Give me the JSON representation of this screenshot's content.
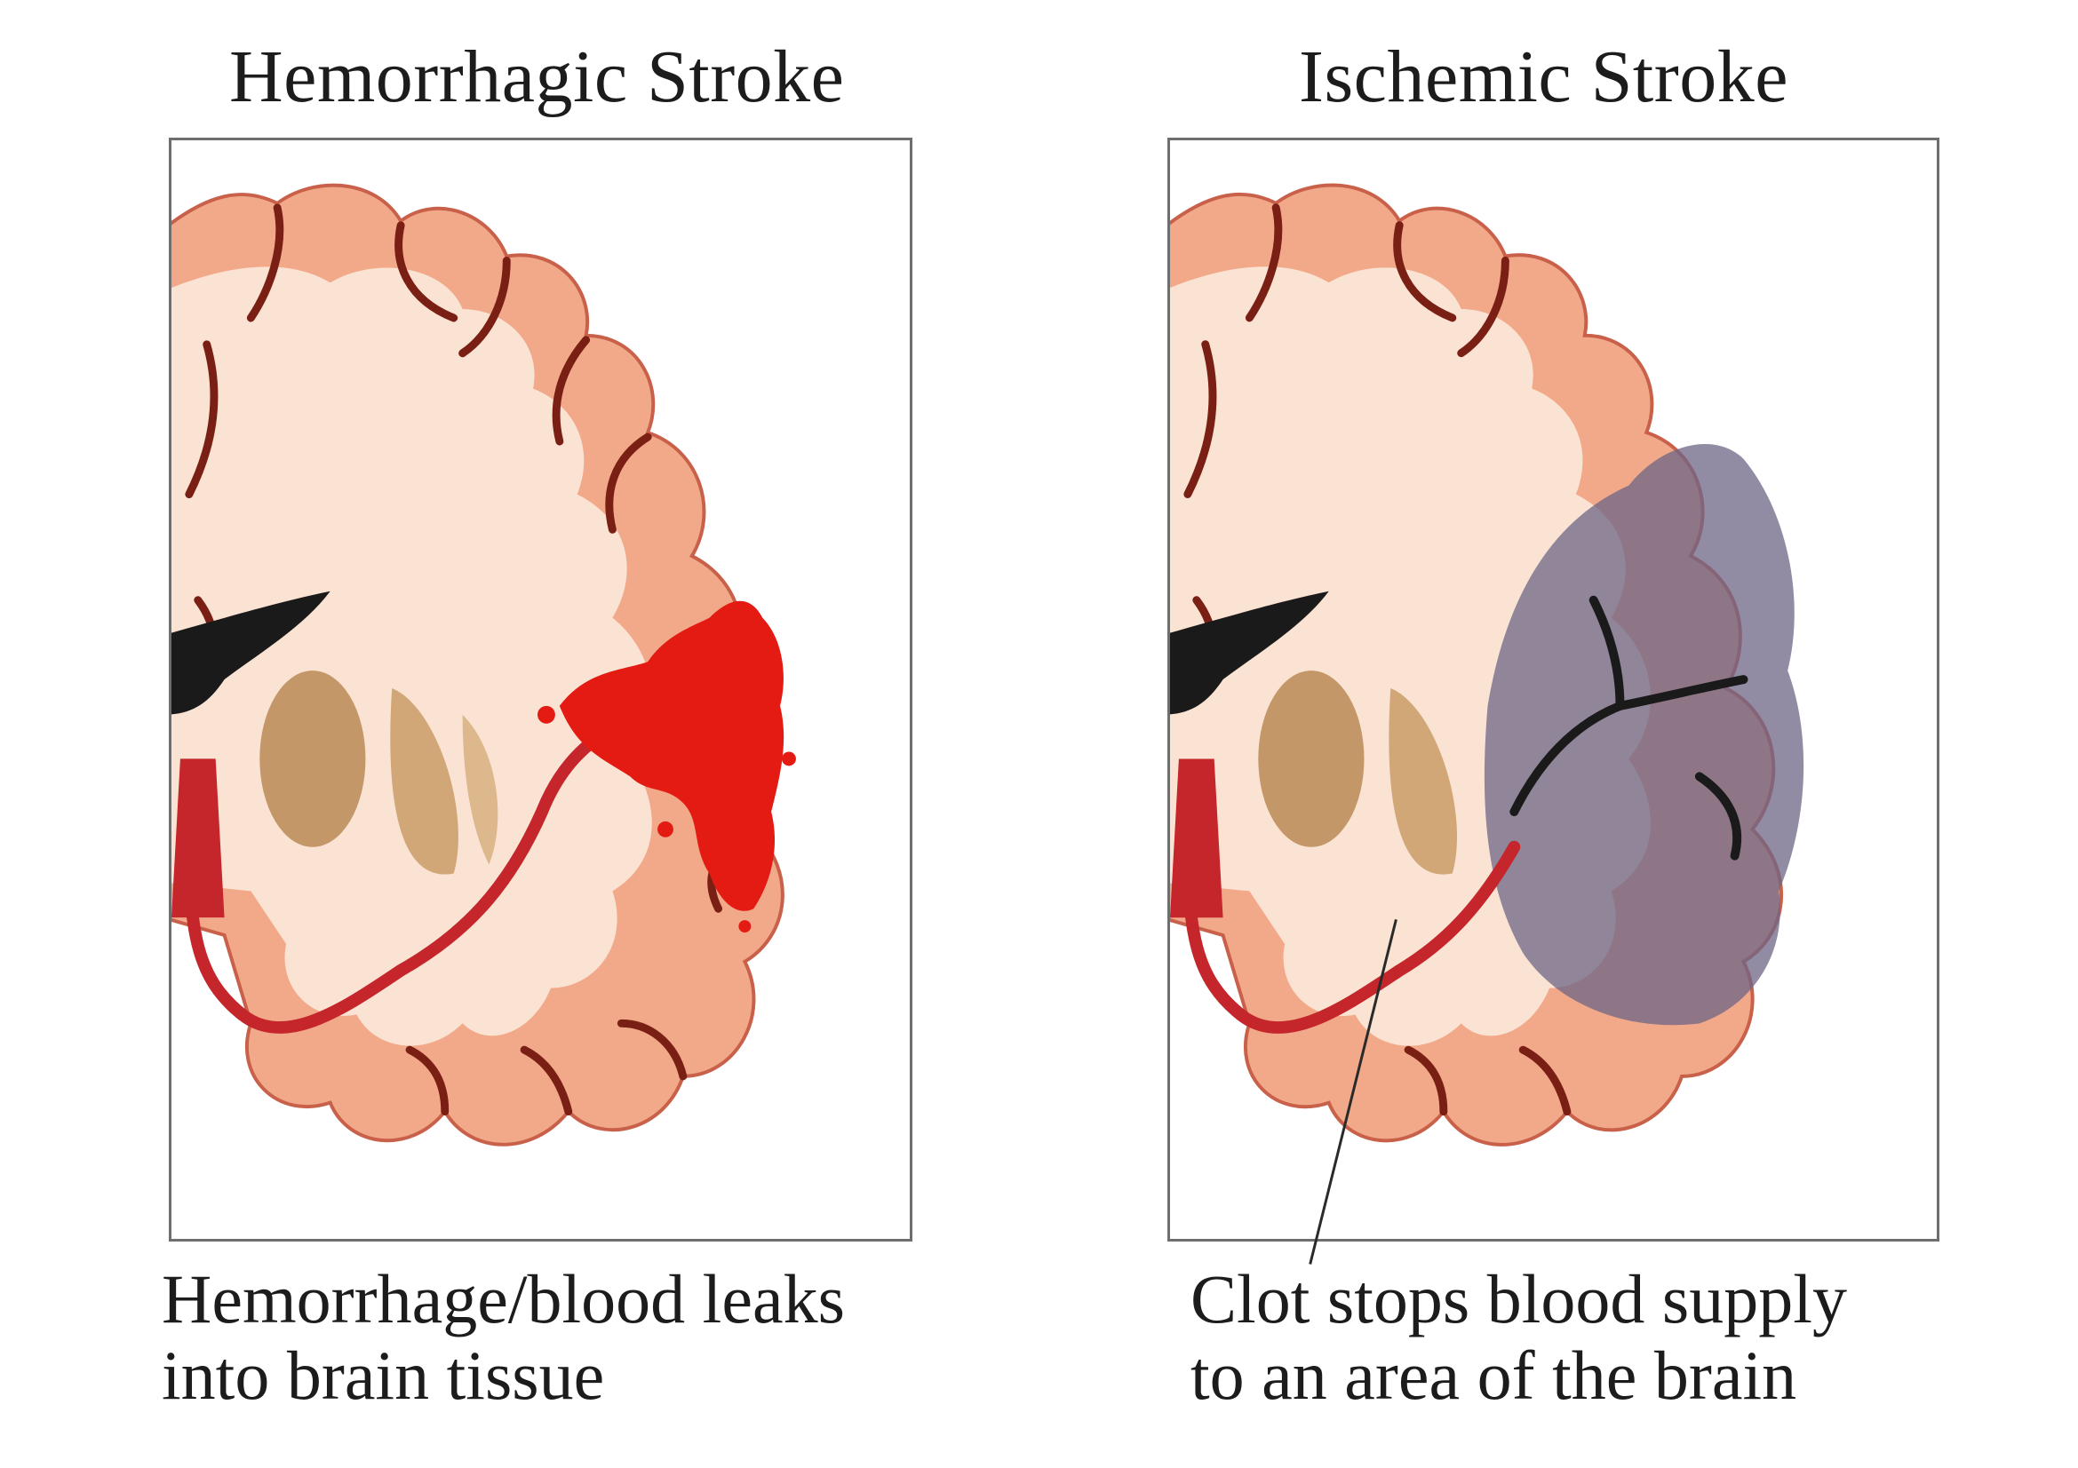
{
  "panels": [
    {
      "title": "Hemorrhagic Stroke",
      "caption_line1": "Hemorrhage/blood leaks",
      "caption_line2": "into brain tissue"
    },
    {
      "title": "Ischemic Stroke",
      "caption_line1": "Clot stops blood supply",
      "caption_line2": "to an area of the brain"
    }
  ],
  "colors": {
    "cortex": "#f2a98a",
    "cortex_edge": "#c9604a",
    "white_matter": "#fbe3d4",
    "sulcus": "#7a1f14",
    "artery": "#c4262b",
    "hemorrhage": "#e31b12",
    "basal_ganglia": "#b98a55",
    "ventricle": "#1a1a1a",
    "ischemic_zone": "#6c6585",
    "frame_border": "#6e6e6e"
  },
  "icons": {
    "hemorrhage": "blood-splatter-icon",
    "ischemia": "clot-shadow-icon"
  }
}
